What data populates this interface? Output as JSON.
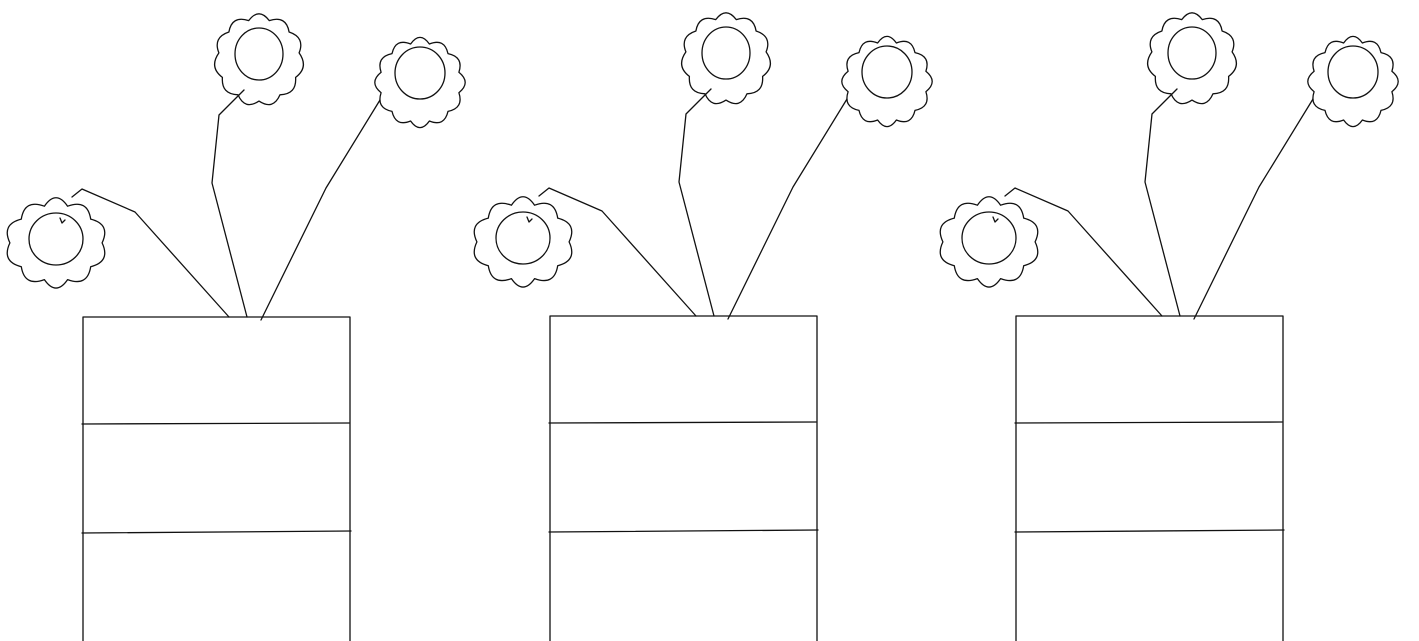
{
  "drawing": {
    "subject": "flower-vase",
    "copies": 3,
    "flowers_per_vase": 3,
    "vase_sections": 3
  },
  "colors": {
    "background": "#ffffff",
    "stroke": "#111111"
  }
}
